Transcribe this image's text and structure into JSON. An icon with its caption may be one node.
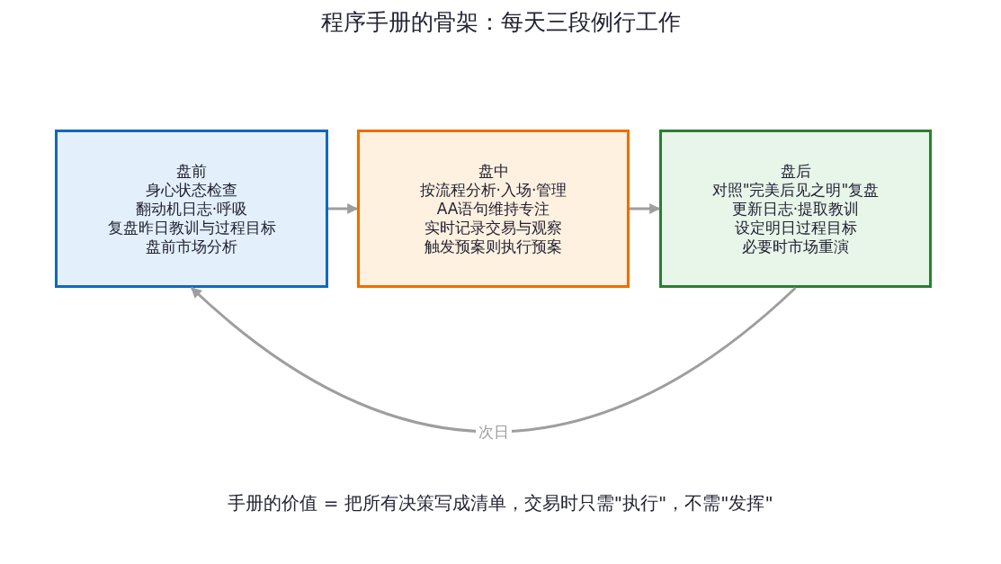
{
  "diagram": {
    "title": "程序手册的骨架：每天三段例行工作",
    "nodes": [
      {
        "text": [
          "盘前",
          "身心状态检查",
          "翻动机日志·呼吸",
          "复盘昨日教训与过程目标",
          "盘前市场分析"
        ]
      },
      {
        "text": [
          "盘中",
          "按流程分析·入场·管理",
          "AA语句维持专注",
          "实时记录交易与观察",
          "触发预案则执行预案"
        ]
      },
      {
        "text": [
          "盘后",
          "对照\"完美后见之明\"复盘",
          "更新日志·提取教训",
          "设定明日过程目标",
          "必要时市场重演"
        ]
      }
    ],
    "edges": [
      {
        "from": 0,
        "to": 1,
        "arrow": "to"
      },
      {
        "from": 1,
        "to": 2,
        "arrow": "to"
      },
      {
        "from": 2,
        "to": 0,
        "arrow": "to",
        "label": "次日"
      }
    ],
    "caption": "手册的价值 = 把所有决策写成清单，交易时只需\"执行\"，不需\"发挥\""
  }
}
